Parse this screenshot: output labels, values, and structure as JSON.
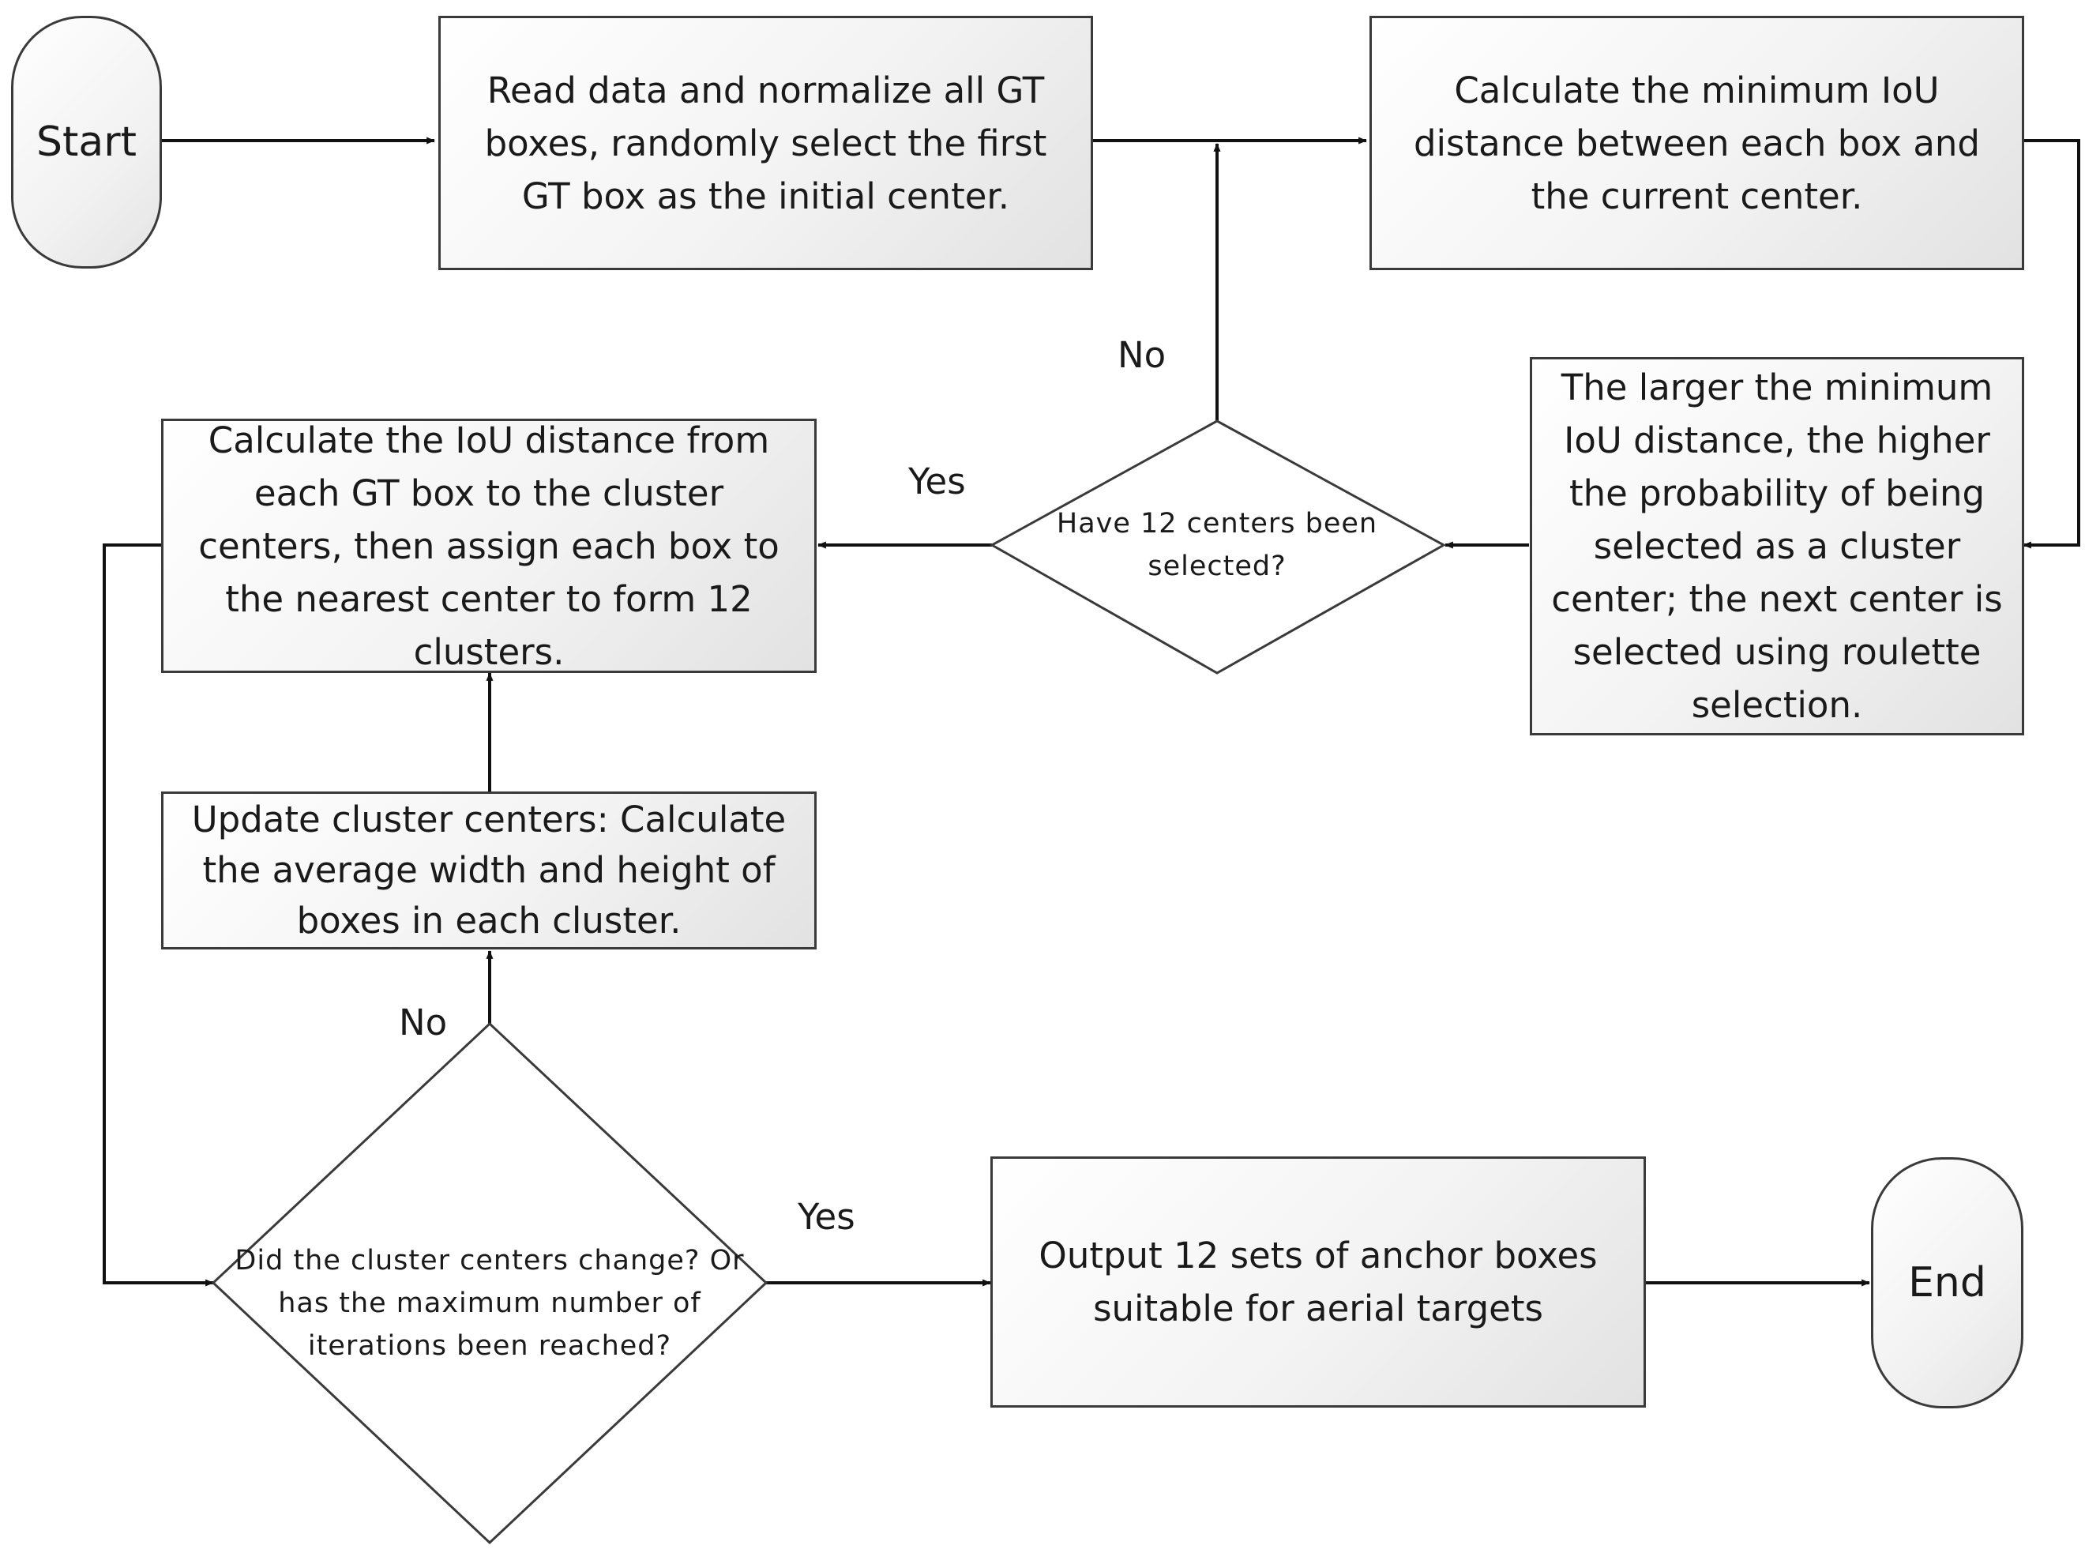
{
  "nodes": {
    "start": "Start",
    "read_data": "Read data and normalize all GT boxes, randomly select the first GT box as the initial center.",
    "calc_min_iou": "Calculate the minimum IoU distance between each box and the current center.",
    "roulette": "The larger the minimum IoU distance, the higher the probability of being selected as a cluster center; the next center is selected using roulette selection.",
    "decision_12": "Have 12 centers been selected?",
    "assign_clusters": "Calculate the IoU distance from each GT box to the cluster centers, then assign each box to the nearest center to form 12 clusters.",
    "update_centers": "Update cluster centers: Calculate the average width and height of boxes in each cluster.",
    "decision_change": "Did the cluster centers change? Or has the maximum number of iterations been reached?",
    "output": "Output 12 sets of anchor boxes suitable for aerial targets",
    "end": "End"
  },
  "edge_labels": {
    "no_top": "No",
    "yes_mid": "Yes",
    "no_bottom": "No",
    "yes_bottom": "Yes"
  },
  "colors": {
    "stroke": "#3a3a3a",
    "line": "#111111"
  }
}
